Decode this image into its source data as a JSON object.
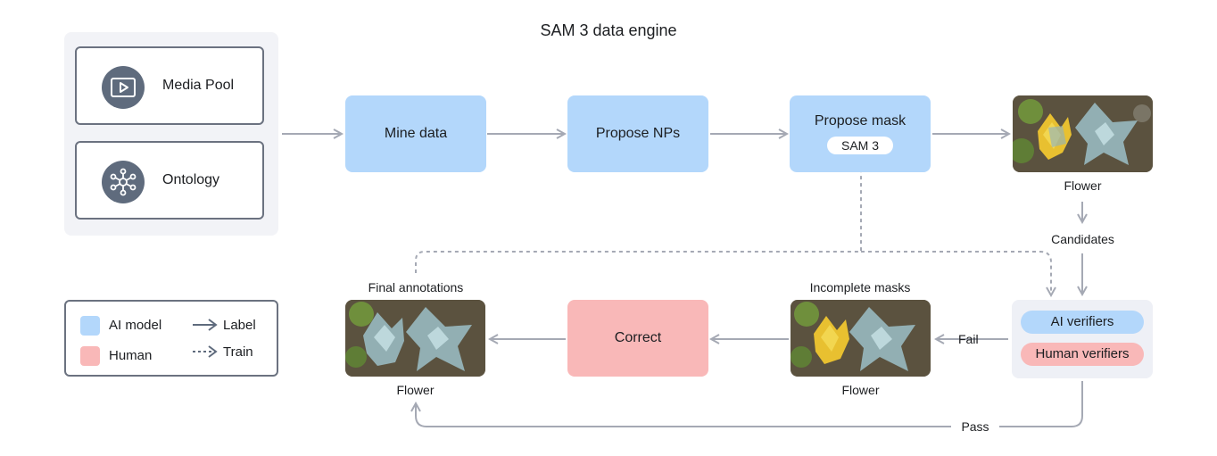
{
  "title": "SAM 3 data engine",
  "sources": [
    {
      "label": "Media Pool",
      "icon": "video-play-icon"
    },
    {
      "label": "Ontology",
      "icon": "network-graph-icon"
    }
  ],
  "steps": {
    "mine": "Mine data",
    "propose_nps": "Propose NPs",
    "propose_mask": "Propose mask",
    "model_badge": "SAM 3",
    "correct": "Correct"
  },
  "captions": {
    "top_photo": "Flower",
    "candidates": "Candidates",
    "incomplete": "Incomplete masks",
    "incomplete_photo": "Flower",
    "final": "Final annotations",
    "final_photo": "Flower"
  },
  "verifiers": {
    "ai": "AI verifiers",
    "human": "Human verifiers"
  },
  "edges": {
    "fail": "Fail",
    "pass": "Pass"
  },
  "legend": {
    "ai": "AI model",
    "human": "Human",
    "label": "Label",
    "train": "Train"
  },
  "colors": {
    "ai": "#b3d7fb",
    "human": "#f9b8b8",
    "arrow": "#a5a9b4"
  }
}
